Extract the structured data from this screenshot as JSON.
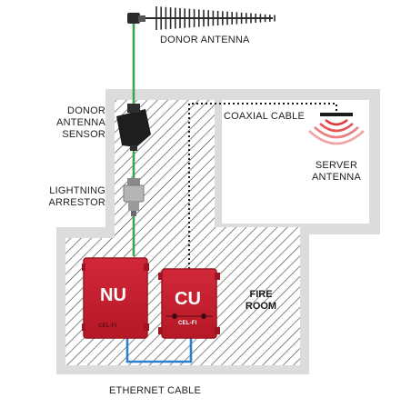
{
  "labels": {
    "donor_antenna": "DONOR ANTENNA",
    "donor_antenna_sensor": [
      "DONOR",
      "ANTENNA",
      "SENSOR"
    ],
    "coaxial_cable": "COAXIAL CABLE",
    "server_antenna": [
      "SERVER",
      "ANTENNA"
    ],
    "lightning_arrestor": [
      "LIGHTNING",
      "ARRESTOR"
    ],
    "fire_room": [
      "FIRE",
      "ROOM"
    ],
    "ethernet_cable": "ETHERNET CABLE"
  },
  "units": {
    "nu": {
      "label": "NU",
      "sublabel": "CEL-FI"
    },
    "cu": {
      "label": "CU",
      "sublabel": "CEL-FI"
    }
  },
  "colors": {
    "fiber_green": "#3aa655",
    "ethernet_blue": "#2f7fd1",
    "unit_red": "#c8202f",
    "unit_red_dark": "#9e1522",
    "signal_red": "#e03a3a",
    "hatch": "#444444",
    "wall_gray": "#d9d9d9"
  }
}
